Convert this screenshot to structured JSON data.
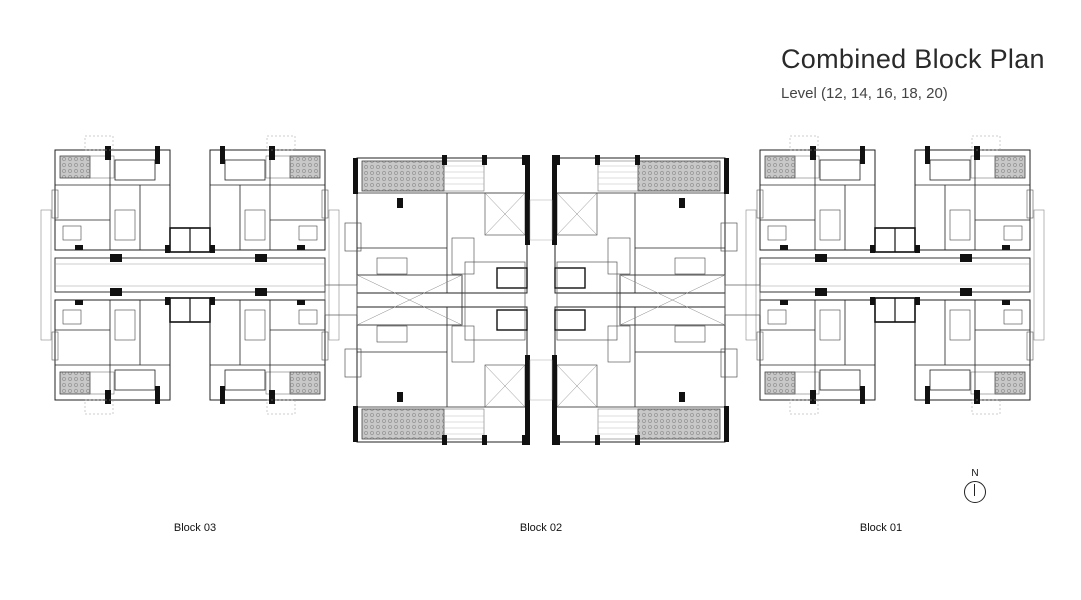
{
  "header": {
    "title": "Combined Block Plan",
    "subtitle": "Level (12, 14, 16, 18, 20)"
  },
  "blocks": [
    {
      "id": "block-03",
      "label": "Block 03"
    },
    {
      "id": "block-02",
      "label": "Block 02"
    },
    {
      "id": "block-01",
      "label": "Block 01"
    }
  ],
  "compass": {
    "label": "N"
  },
  "colors": {
    "line": "#222222",
    "wall": "#111111",
    "balcony_fill": "#bdbdbd",
    "light_line": "#9a9a9a"
  }
}
